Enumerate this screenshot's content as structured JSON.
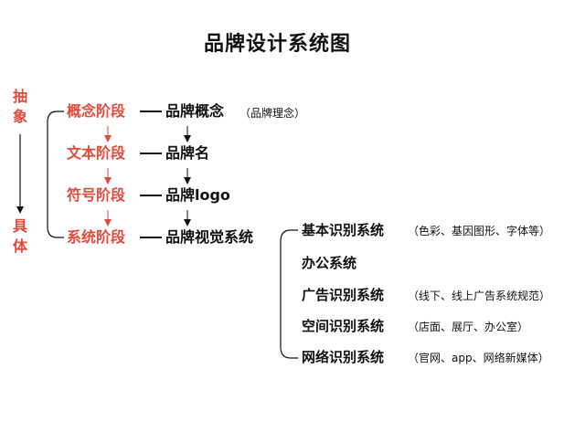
{
  "title": "品牌设计系统图",
  "colors": {
    "accent": "#e24a3b",
    "text": "#111111",
    "background": "#ffffff"
  },
  "axis": {
    "top": [
      "抽",
      "象"
    ],
    "bottom": [
      "具",
      "体"
    ]
  },
  "stages": [
    {
      "stage": "概念阶段",
      "brand": "品牌概念",
      "note": "（品牌理念）"
    },
    {
      "stage": "文本阶段",
      "brand": "品牌名",
      "note": ""
    },
    {
      "stage": "符号阶段",
      "brand": "品牌logo",
      "note": ""
    },
    {
      "stage": "系统阶段",
      "brand": "品牌视觉系统",
      "note": ""
    }
  ],
  "systems": [
    {
      "label": "基本识别系统",
      "note": "（色彩、基因图形、字体等）"
    },
    {
      "label": "办公系统",
      "note": ""
    },
    {
      "label": "广告识别系统",
      "note": "（线下、线上广告系统规范）"
    },
    {
      "label": "空间识别系统",
      "note": "（店面、展厅、办公室）"
    },
    {
      "label": "网络识别系统",
      "note": "（官网、app、网络新媒体）"
    }
  ]
}
